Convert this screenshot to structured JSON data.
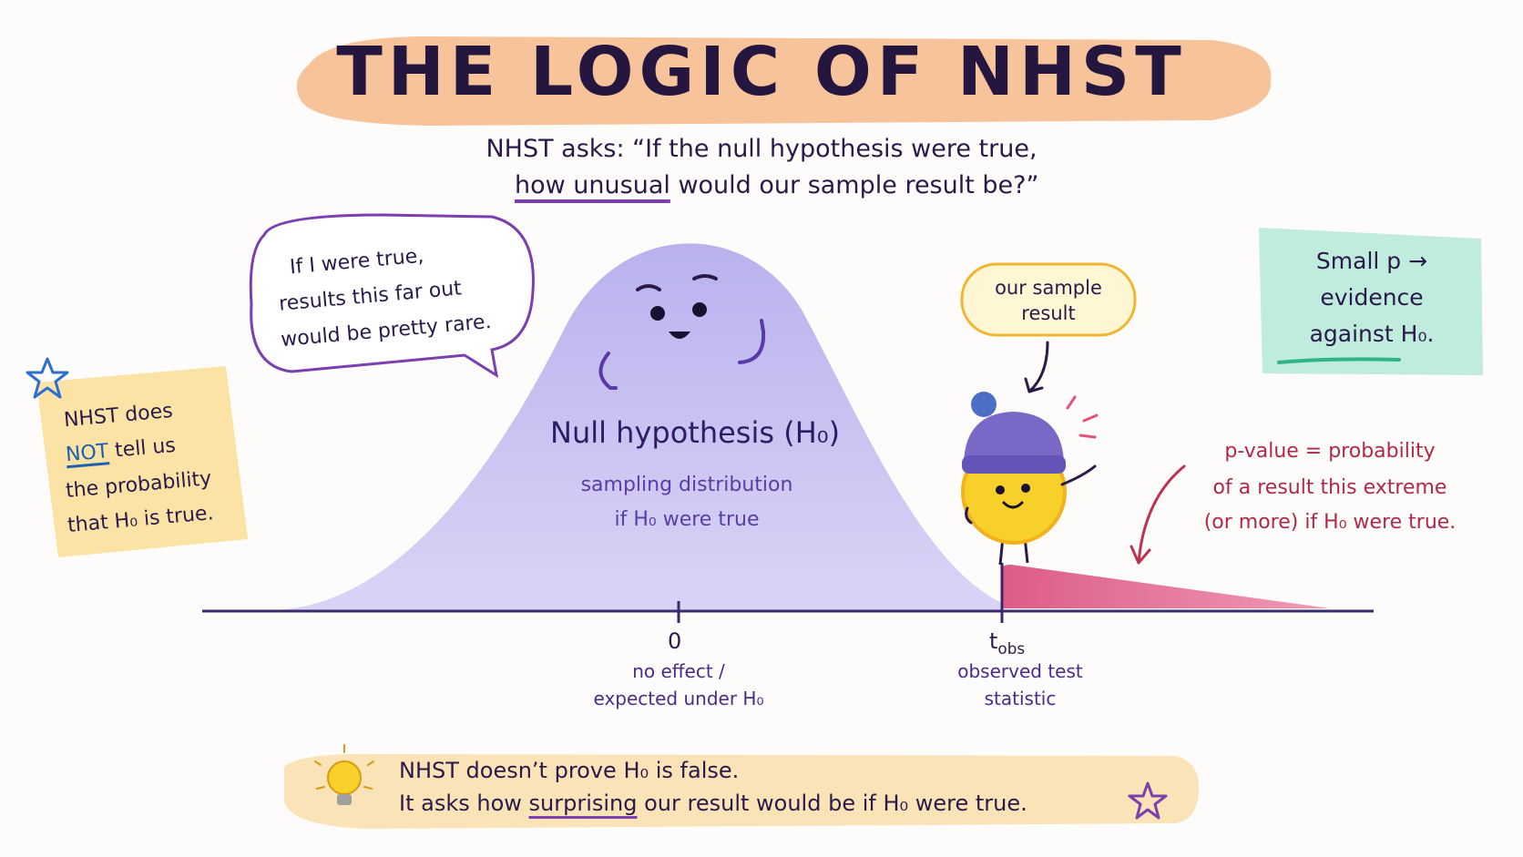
{
  "title": "THE LOGIC OF NHST",
  "question": {
    "line1": "NHST asks: “If the null hypothesis were true,",
    "emphasis": "how unusual",
    "line2_rest": " would our sample result be?”"
  },
  "speech_bubble": {
    "line1": "If I were true,",
    "line2": "results this far out",
    "line3": "would be pretty rare."
  },
  "null_curve": {
    "title": "Null hypothesis (H₀)",
    "sub_line1": "sampling distribution",
    "sub_line2": "if H₀ were true"
  },
  "side_note": {
    "line1": "NHST does",
    "not_word": "NOT",
    "line2_rest": " tell us",
    "line3": "the probability",
    "line4": "that H₀ is true."
  },
  "sample_callout": {
    "line1": "our sample",
    "line2": "result"
  },
  "small_p_note": {
    "line1": "Small p →",
    "line2": "evidence",
    "line3": "against H₀."
  },
  "p_value_note": {
    "line1": "p-value = probability",
    "line2": "of a result this extreme",
    "line3": "(or more) if H₀ were true."
  },
  "axis": {
    "zero_label": "0",
    "zero_desc_line1": "no effect /",
    "zero_desc_line2": "expected under H₀",
    "tobs_main": "t",
    "tobs_sub": "obs",
    "tobs_desc_line1": "observed test",
    "tobs_desc_line2": "statistic"
  },
  "banner": {
    "line1": "NHST doesn’t prove H₀ is false.",
    "line2_a": "It asks how ",
    "line2_emph": "surprising",
    "line2_b": " our result would be if H₀ were true."
  },
  "icons": [
    "star-icon",
    "lightbulb-icon",
    "arrow-icon"
  ],
  "colors": {
    "title_stroke": "#f6b888",
    "curve_fill": "#c9c3ef",
    "tail_fill": "#e0668f",
    "yellow_note": "#fbe3a6",
    "teal_note": "#b8ead8",
    "banner": "#fbe0b0",
    "purple_accent": "#7b3fb0",
    "pink_text": "#b0284a",
    "axis": "#3a2a6a"
  }
}
